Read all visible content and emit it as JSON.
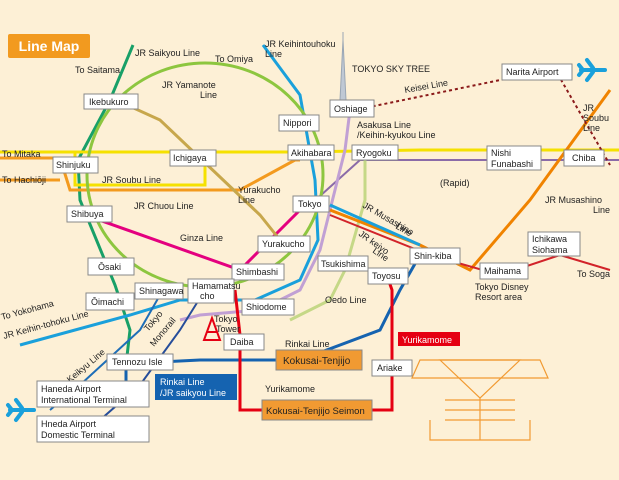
{
  "title": "Line Map",
  "line_labels": {
    "jr_saikyou": "JR Saikyou Line",
    "jr_keihin_line1": "JR Keihintouhoku",
    "jr_keihin_line2": "Line",
    "to_omiya": "To Omiya",
    "to_saitama": "To Saitama",
    "yamanote_line1": "JR Yamanote",
    "yamanote_line2": "Line",
    "skytree": "TOKYO SKY TREE",
    "keisei": "Keisei Line",
    "asakusa_line1": "Asakusa Line",
    "asakusa_line2": "/Keihin-kyukou Line",
    "jr_soubu_right_line1": "JR",
    "jr_soubu_right_line2": "Soubu",
    "jr_soubu_right_line3": "Line",
    "to_mitaka": "To Mitaka",
    "to_hachioji": "To Hachiōji",
    "jr_soubu": "JR Soubu Line",
    "rapid": "(Rapid)",
    "jr_chuou": "JR Chuou Line",
    "yurakucho_line1": "Yurakucho",
    "yurakucho_line2": "Line",
    "jr_musashino_right_line1": "JR Musashino",
    "jr_musashino_right_line2": "Line",
    "jr_musashino_mid_line1": "JR Musashino",
    "jr_musashino_mid_line2": "Line",
    "ginza": "Ginza Line",
    "jr_keiyo_line1": "JR keiyo",
    "jr_keiyo_line2": "Line",
    "to_soga": "To Soga",
    "oedo": "Oedo Line",
    "disney_line1": "Tokyo Disney",
    "disney_line2": "Resort area",
    "to_yokohama": "To Yokohama",
    "jr_keihin_lower": "JR Keihin-tohoku Line",
    "tokyo_tower_line1": "Tokyo",
    "tokyo_tower_line2": "Tower",
    "monorail_line1": "Tokyo",
    "monorail_line2": "Monorail",
    "rinkai": "Rinkai Line",
    "keikyu": "Keikyu Line",
    "yurikamome": "Yurikamome",
    "rinkai_box_line1": "Rinkai Line",
    "rinkai_box_line2": "/JR saikyou Line",
    "yurikamome_box": "Yurikamome"
  },
  "stations": {
    "ikebukuro": "Ikebukuro",
    "oshiage": "Oshiage",
    "narita": "Narita Airport",
    "nippori": "Nippori",
    "akihabara": "Akihabara",
    "ryogoku": "Ryogoku",
    "shinjuku": "Shinjuku",
    "ichigaya": "Ichigaya",
    "nishi_funabashi": "Nishi\nFunabashi",
    "chiba": "Chiba",
    "shibuya": "Shibuya",
    "tokyo": "Tokyo",
    "yurakucho": "Yurakucho",
    "shinkiba": "Shin-kiba",
    "ichikawa": "Ichikawa\nSiohama",
    "osaki": "Ōsaki",
    "shimbashi": "Shimbashi",
    "tsukishima": "Tsukishima",
    "toyosu": "Toyosu",
    "maihama": "Maihama",
    "shinagawa": "Shinagawa",
    "hamamatsucho": "Hamamatsu\ncho",
    "oimachi": "Ōimachi",
    "shiodome": "Shiodome",
    "daiba": "Daiba",
    "kokusai_tenjijo": "Kokusai-Tenjijo",
    "tennozu": "Tennozu Isle",
    "ariake": "Ariake",
    "haneda_intl": "Haneda Airport\nInternational Terminal",
    "kokusai_seimon": "Kokusai-Tenjijo Seimon",
    "haneda_dom": "Hneda Airport\nDomestic Terminal"
  },
  "colors": {
    "background": "#fdf0d6",
    "badge": "#f29a1f",
    "yamanote": "#8dc63f",
    "keihin": "#1aa0db",
    "chuou": "#f39a1e",
    "soubu": "#f5e100",
    "saikyou": "#18a068",
    "yurakucho": "#c7a74c",
    "ginza": "#e4007f",
    "asakusa": "#c1a0d4",
    "keisei": "#8b1a1a",
    "keiyo": "#d2232a",
    "rinkai": "#1563b0",
    "yurikamome": "#e50012",
    "oedo": "#c5d887",
    "musashino": "#f08300",
    "keikyu": "#1e6eb8",
    "monorail": "#264d9a",
    "orange_station": "#f19a32",
    "airplane": "#1aa0db"
  },
  "icons": [
    "airplane-icon",
    "tokyo-tower-icon",
    "skytree-icon",
    "big-sight-icon"
  ]
}
